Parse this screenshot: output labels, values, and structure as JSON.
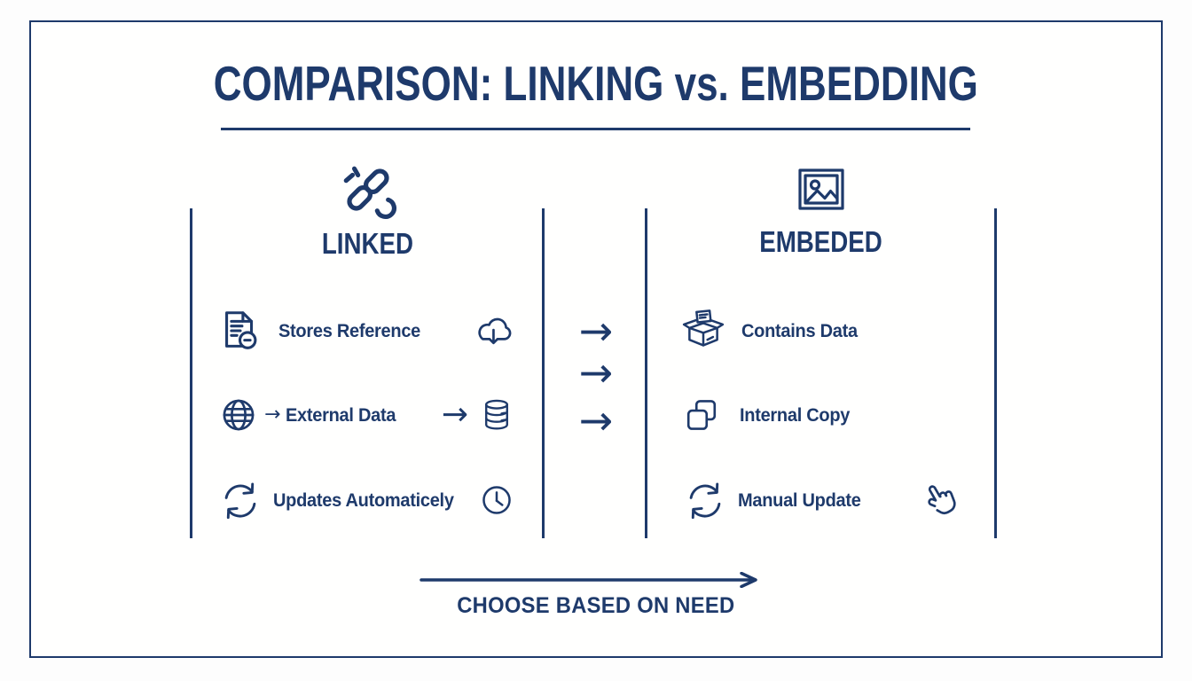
{
  "colors": {
    "navy": "#1e3a6b",
    "background": "#ffffff"
  },
  "title": {
    "text": "COMPARISON: LINKING vs. EMBEDDING"
  },
  "linked_column": {
    "heading": "LINKED",
    "header_icon": "broken-link-icon",
    "rows": [
      {
        "label": "Stores Reference",
        "leading_icon": "document-info-icon",
        "trailing_icon": "cloud-download-icon"
      },
      {
        "label": "External Data",
        "leading_icon": "globe-icon",
        "small_arrow": "→",
        "big_arrow": "→",
        "trailing_icon": "database-icon"
      },
      {
        "label": "Updates Automaticely",
        "leading_icon": "sync-icon",
        "trailing_icon": "clock-icon"
      }
    ]
  },
  "embedded_column": {
    "heading": "EMBEDED",
    "header_icon": "image-icon",
    "rows": [
      {
        "label": "Contains Data",
        "leading_icon": "open-box-icon"
      },
      {
        "label": "Internal Copy",
        "leading_icon": "copy-icon"
      },
      {
        "label": "Manual Update",
        "leading_icon": "sync-icon",
        "trailing_icon": "hand-click-icon"
      }
    ]
  },
  "flow": {
    "arrow_glyph": "→",
    "arrow_count": 3
  },
  "footer": {
    "label": "CHOOSE BASED ON NEED",
    "arrow_icon": "long-right-arrow"
  }
}
